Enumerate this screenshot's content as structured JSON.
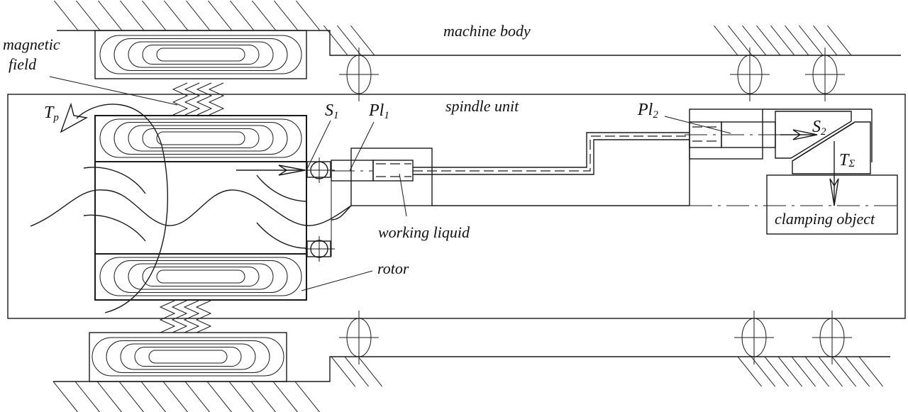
{
  "diagram": {
    "title": "Magnetic drive spindle with hydraulic clamping mechanism",
    "colors": {
      "line": "#1a1a1a",
      "background": "#ffffff"
    },
    "labels": {
      "machine_body": "machine body",
      "magnetic_field": "magnetic",
      "magnetic_field_2": "field",
      "spindle_unit": "spindle unit",
      "working_liquid": "working liquid",
      "rotor": "rotor",
      "clamping_object": "clamping object"
    },
    "symbols": {
      "torque_p": {
        "main": "T",
        "sub": "p"
      },
      "s1": {
        "main": "S",
        "sub": "1"
      },
      "pl1": {
        "main": "Pl",
        "sub": "1"
      },
      "pl2": {
        "main": "Pl",
        "sub": "2"
      },
      "s2": {
        "main": "S",
        "sub": "2"
      },
      "t_sigma": {
        "main": "T",
        "sub": "Σ"
      }
    }
  }
}
